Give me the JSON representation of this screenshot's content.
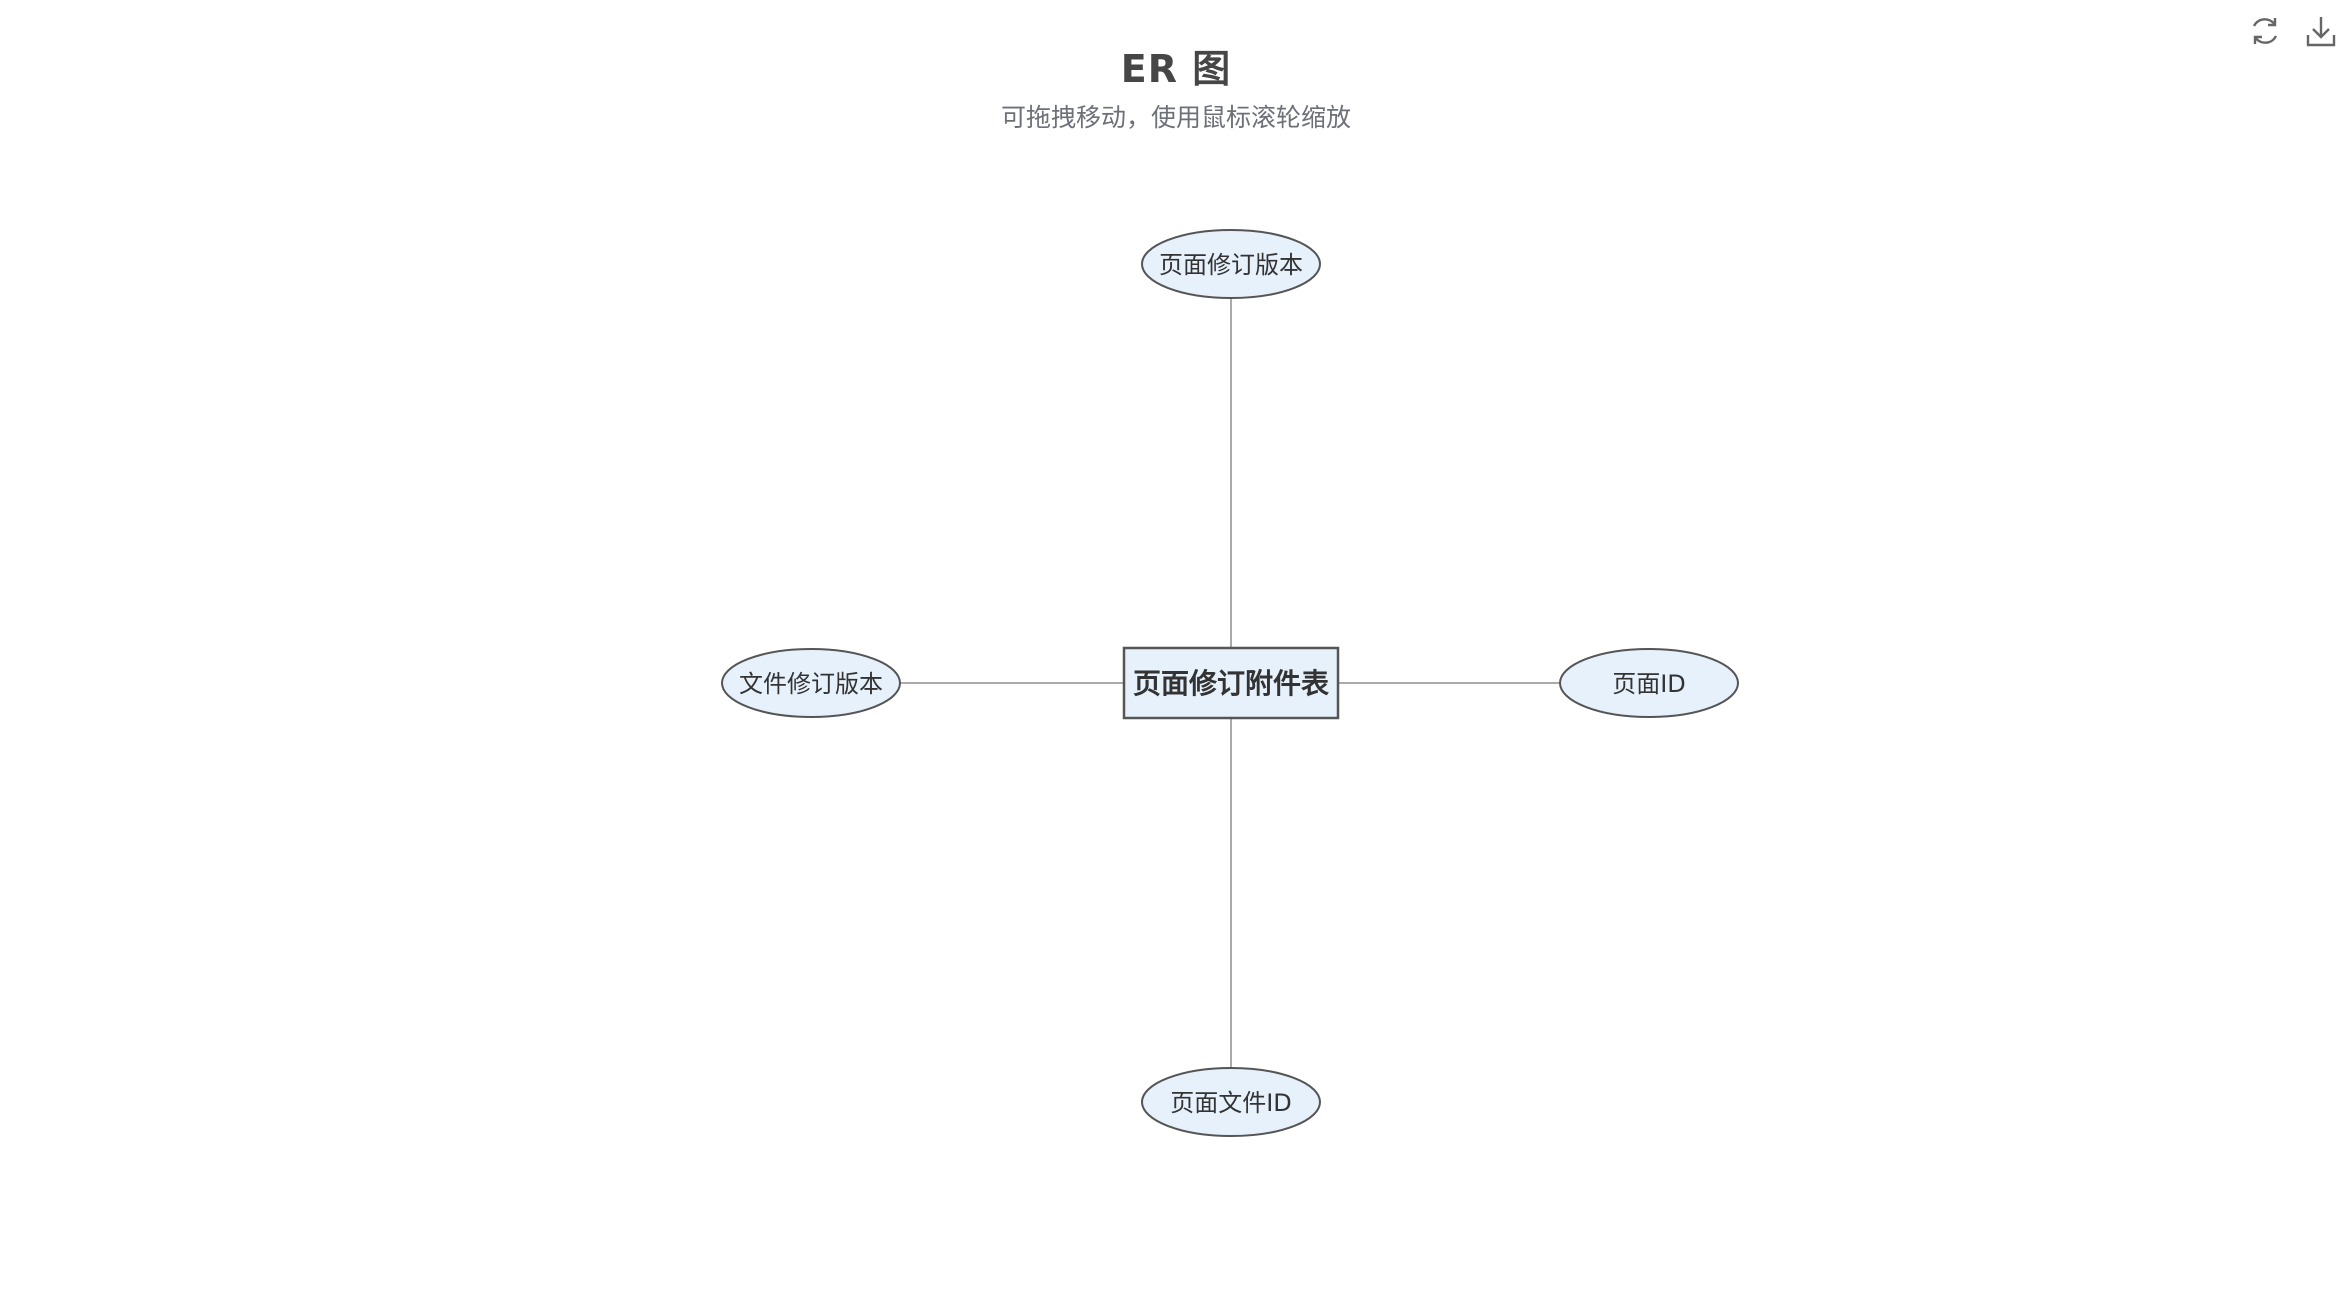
{
  "header": {
    "title": "ER 图",
    "subtitle": "可拖拽移动，使用鼠标滚轮缩放"
  },
  "toolbox": {
    "restore_icon": "refresh-icon",
    "save_icon": "download-icon"
  },
  "diagram": {
    "entity": {
      "label": "页面修订附件表"
    },
    "attributes": [
      {
        "id": "top",
        "label": "页面修订版本"
      },
      {
        "id": "left",
        "label": "文件修订版本"
      },
      {
        "id": "right",
        "label": "页面ID"
      },
      {
        "id": "bottom",
        "label": "页面文件ID"
      }
    ],
    "colors": {
      "node_fill": "#e6f1fc",
      "node_stroke": "#555555",
      "edge": "#aaaaaa",
      "icon": "#666666"
    }
  }
}
